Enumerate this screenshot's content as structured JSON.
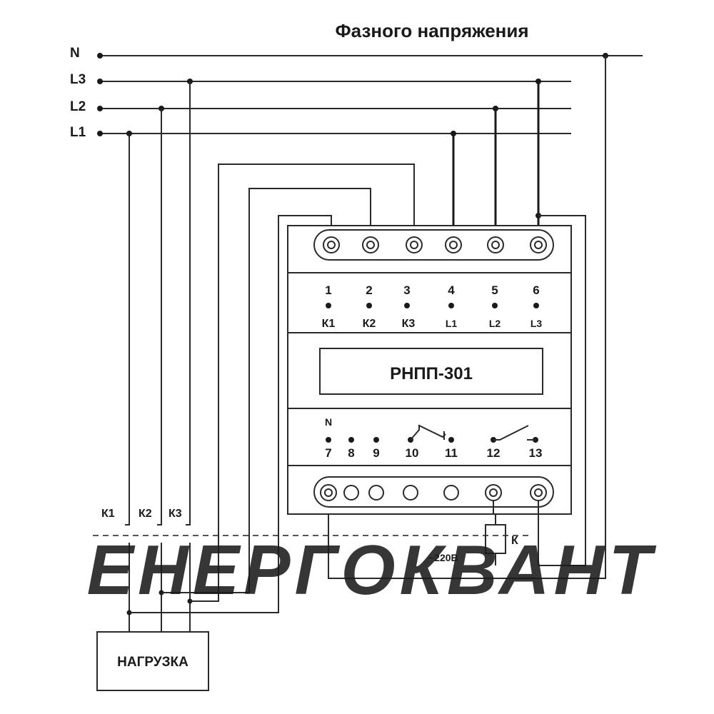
{
  "diagram": {
    "title": "Фазного напряжения",
    "buses": [
      "N",
      "L3",
      "L2",
      "L1"
    ],
    "device_name": "РНПП-301",
    "top_terminals": [
      {
        "num": "1",
        "label": "К1"
      },
      {
        "num": "2",
        "label": "К2"
      },
      {
        "num": "3",
        "label": "К3"
      },
      {
        "num": "4",
        "label": "L1"
      },
      {
        "num": "5",
        "label": "L2"
      },
      {
        "num": "6",
        "label": "L3"
      }
    ],
    "bottom_terminals": [
      {
        "num": "7",
        "top": "N"
      },
      {
        "num": "8"
      },
      {
        "num": "9"
      },
      {
        "num": "10"
      },
      {
        "num": "11"
      },
      {
        "num": "12"
      },
      {
        "num": "13"
      }
    ],
    "contact_labels": [
      "К1",
      "К2",
      "К3"
    ],
    "coil_label": "К",
    "supply_label": "~220В",
    "load_label": "НАГРУЗКА",
    "watermark": "ЕНЕРГОКВАНТ",
    "watermark_color": "#2f6e96"
  }
}
